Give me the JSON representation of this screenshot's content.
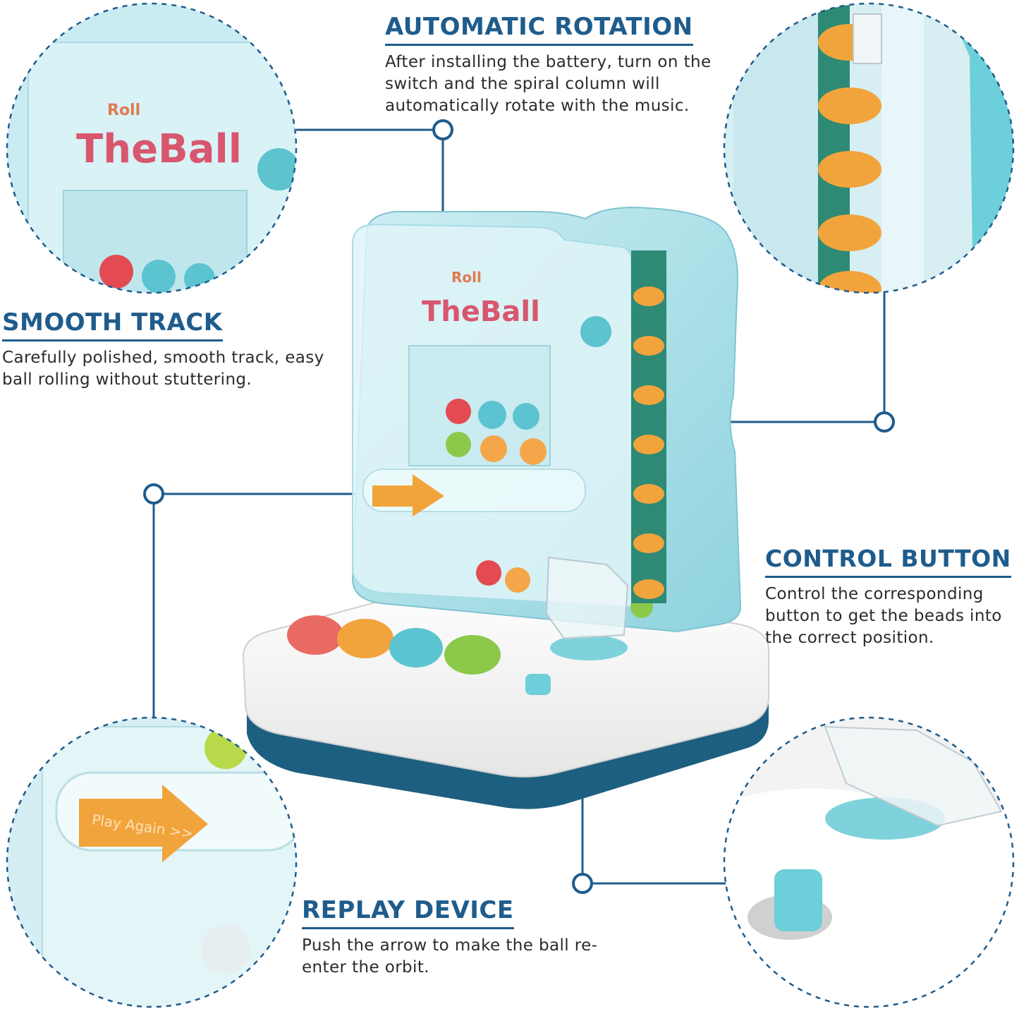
{
  "colors": {
    "accent": "#1f5c8c",
    "machine_teal": "#8fd3de",
    "machine_base": "#1d5f80",
    "spiral_orange": "#f2a43c"
  },
  "product": {
    "brand_small": "Roll",
    "brand_large": "TheBall",
    "arrow_label": "Play Again >>"
  },
  "features": {
    "automatic_rotation": {
      "title": "AUTOMATIC ROTATION",
      "description": "After installing the battery, turn on the switch and the spiral column will automatically rotate with the music."
    },
    "smooth_track": {
      "title": "SMOOTH TRACK",
      "description": "Carefully polished, smooth track, easy ball rolling without stuttering."
    },
    "control_button": {
      "title": "CONTROL BUTTON",
      "description": "Control the corresponding button to get the beads into the correct position."
    },
    "replay_device": {
      "title": "REPLAY DEVICE",
      "description": "Push the arrow to make the ball re-enter the orbit."
    }
  }
}
